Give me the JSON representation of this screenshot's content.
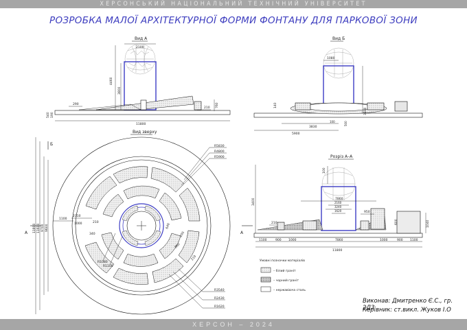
{
  "header": {
    "university": "ХЕРСОНСЬКИЙ НАЦІОНАЛЬНИЙ ТЕХНІЧНИЙ УНІВЕРСИТЕТ"
  },
  "title": "РОЗРОБКА МАЛОЇ АРХІТЕКТУРНОЇ ФОРМИ ФОНТАНУ ДЛЯ ПАРКОВОЇ ЗОНИ",
  "views": {
    "view_a": "Вид А",
    "view_b": "Вид Б",
    "view_top": "Вид зверху",
    "section": "Розріз А–А"
  },
  "marks": {
    "b": "Б",
    "a": "А"
  },
  "dims": {
    "a_2100": "2100",
    "a_4460": "4460",
    "a_3800": "3800",
    "a_290": "290",
    "a_210": "210",
    "a_760": "760",
    "a_540": "540",
    "a_190": "190",
    "a_11800": "11800",
    "b_1080": "1080",
    "b_140": "140",
    "b_3100": "3100",
    "b_3830": "3830",
    "b_100": "100",
    "b_500": "500",
    "b_5900": "5900",
    "t_r5830": "R5830",
    "t_r4800": "R4800",
    "t_r5900": "R5900",
    "t_1100": "1100",
    "t_2110": "2110",
    "t_1000": "1000",
    "t_340": "340",
    "t_11800": "11800",
    "t_11600": "11600",
    "t_9700": "9700",
    "t_9600": "9600",
    "t_r1080": "R1080",
    "t_r1100": "R1100",
    "t_640": "640",
    "t_200": "200",
    "t_860": "860",
    "t_r3540": "R3540",
    "t_r2430": "R2430",
    "t_r1620": "R1620",
    "t_210": "210",
    "s_100": "100",
    "s_3400": "3400",
    "s_7860": "7860",
    "s_2160": "2160",
    "s_3240": "3240",
    "s_1620": "1620",
    "s_950": "950",
    "s_210": "210",
    "s_600": "600",
    "s_1100": "1100",
    "s_900": "900",
    "s_1000": "1000",
    "s_11800": "11800",
    "s_1040": "1040"
  },
  "legend": {
    "title": "Умовні позначки матеріалів",
    "items": [
      "– білий граніт",
      "– чорний граніт",
      "– нержавіюча сталь"
    ]
  },
  "signature": {
    "author": "Виконав: Дмитренко Є.С., гр. 2ДЗ",
    "supervisor": "Керівник: ст.викл. Жуков І.О"
  },
  "footer": "ХЕРСОН – 2024",
  "colors": {
    "frame_blue": "#3c3cc4",
    "title_blue": "#3d3dbf",
    "band_gray": "#a6a6a6"
  }
}
